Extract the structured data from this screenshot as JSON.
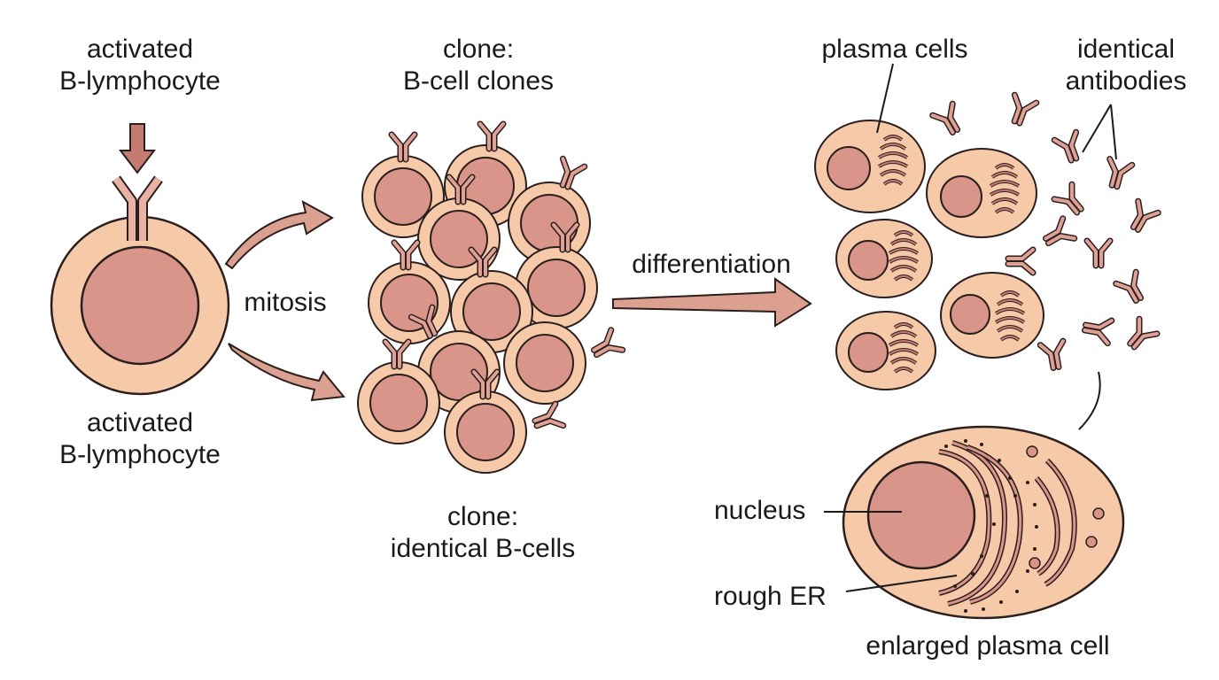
{
  "labels": {
    "activated_top": [
      "activated",
      "B-lymphocyte"
    ],
    "activated_bottom": [
      "activated",
      "B-lymphocyte"
    ],
    "mitosis": "mitosis",
    "clone_top": [
      "clone:",
      "B-cell clones"
    ],
    "clone_bottom": [
      "clone:",
      "identical B-cells"
    ],
    "differentiation": "differentiation",
    "plasma_cells": "plasma cells",
    "identical_antibodies": [
      "identical",
      "antibodies"
    ],
    "nucleus": "nucleus",
    "rough_er": "rough ER",
    "enlarged_plasma_cell": "enlarged plasma cell"
  },
  "colors": {
    "cell_fill": "#f6c9a9",
    "nucleus_fill": "#d9958a",
    "stroke": "#2a1f1d",
    "organelle": "#c47c72",
    "antibody_fill": "#dfa095",
    "arrow_fill": "#dba08f"
  }
}
